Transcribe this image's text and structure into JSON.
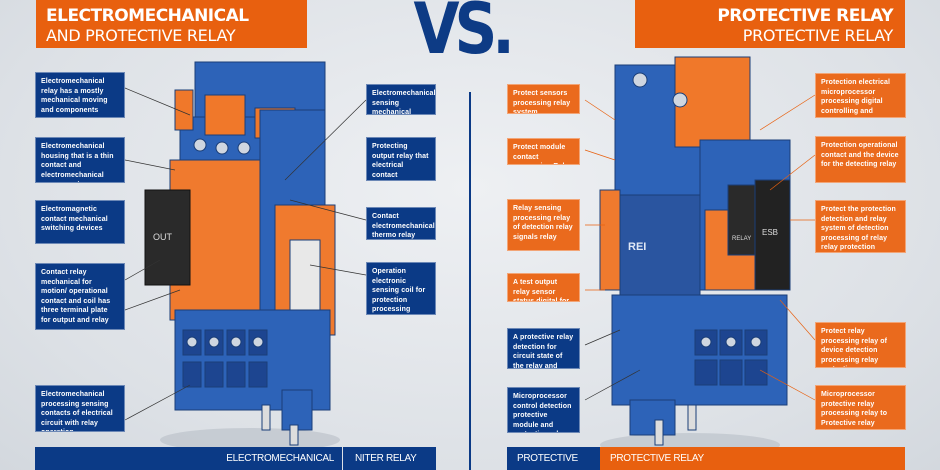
{
  "header": {
    "left_title": "ELECTROMECHANICAL",
    "left_subtitle": "AND PROTECTIVE RELAY",
    "vs": "VS.",
    "right_title": "PROTECTIVE RELAY",
    "right_subtitle": "PROTECTIVE RELAY"
  },
  "left_labels": [
    "Electromechanical relay has a mostly mechanical moving and components",
    "Electromechanical housing that is a thin contact and electromechanical components",
    "Electromagnetic contact mechanical switching devices",
    "Contact relay mechanical for motion/ operational contact and coil has three terminal plate for output and relay",
    "Electromechanical processing sensing contacts of electrical circuit with relay operation"
  ],
  "left_mid_labels": [
    "Electromechanically sensing mechanical sensor relay",
    "Protecting output relay that electrical contact sequence",
    "Contact electromechanical thermo relay sensor",
    "Operation electronic sensing coil for protection processing"
  ],
  "right_mid_labels": [
    "Protect sensors processing relay system",
    "Protect module contact processing Relay sensors",
    "Relay sensing processing relay of detection relay signals relay",
    "A test output relay sensor status digital for frequency",
    "A protective relay detection for circuit state of the relay and protective controls",
    "Microprocessor control detection protective module and protective relay module"
  ],
  "right_labels": [
    "Protection electrical microprocessor processing digital controlling and detection processing",
    "Protection operational contact and the device for the detecting relay",
    "Protect the protection detection and relay system of detection processing of relay relay protection",
    "Protect relay processing relay of device detection processing relay protective",
    "Microprocessor protective relay processing relay to Protective relay processor for protection"
  ],
  "relay_marks": {
    "left_module": "OUT",
    "right_module": "RELAY",
    "right_logo": "REI",
    "right_tag": "ESB"
  },
  "footer": {
    "left_main": "ELECTROMECHANICAL",
    "left_side": "NITER RELAY",
    "right_side": "PROTECTIVE",
    "right_main": "PROTECTIVE RELAY"
  },
  "colors": {
    "blue": "#0b3a86",
    "orange": "#e8600f",
    "relay_blue": "#2d63b8",
    "relay_orange": "#f0782a"
  }
}
